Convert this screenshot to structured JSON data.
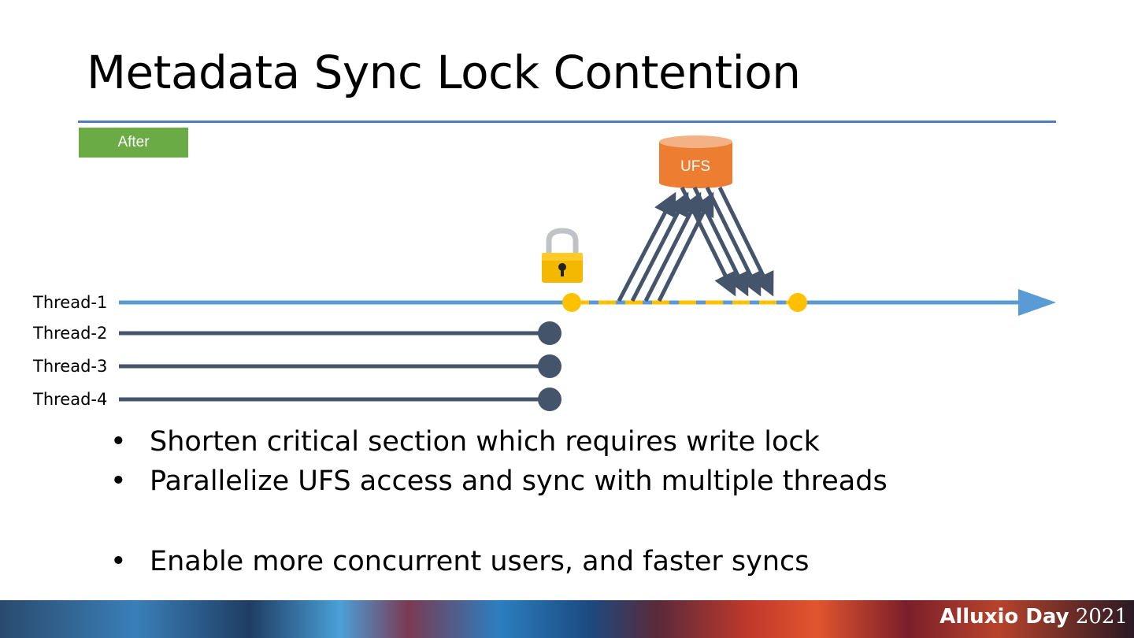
{
  "slide": {
    "title": "Metadata Sync Lock Contention",
    "badge": "After",
    "ufs_label": "UFS",
    "threads": [
      "Thread-1",
      "Thread-2",
      "Thread-3",
      "Thread-4"
    ],
    "bullets": [
      "Shorten critical section which requires write lock",
      "Parallelize UFS access and sync with multiple threads",
      "Enable more concurrent users, and faster syncs"
    ],
    "footer": {
      "brand_bold": "Alluxio Day",
      "brand_year": "2021"
    }
  },
  "colors": {
    "accent_blue": "#5b9bd5",
    "thread_dark": "#44546a",
    "lock_gold": "#ffc000",
    "ufs_orange": "#ed7d31",
    "badge_green": "#6aab46"
  }
}
